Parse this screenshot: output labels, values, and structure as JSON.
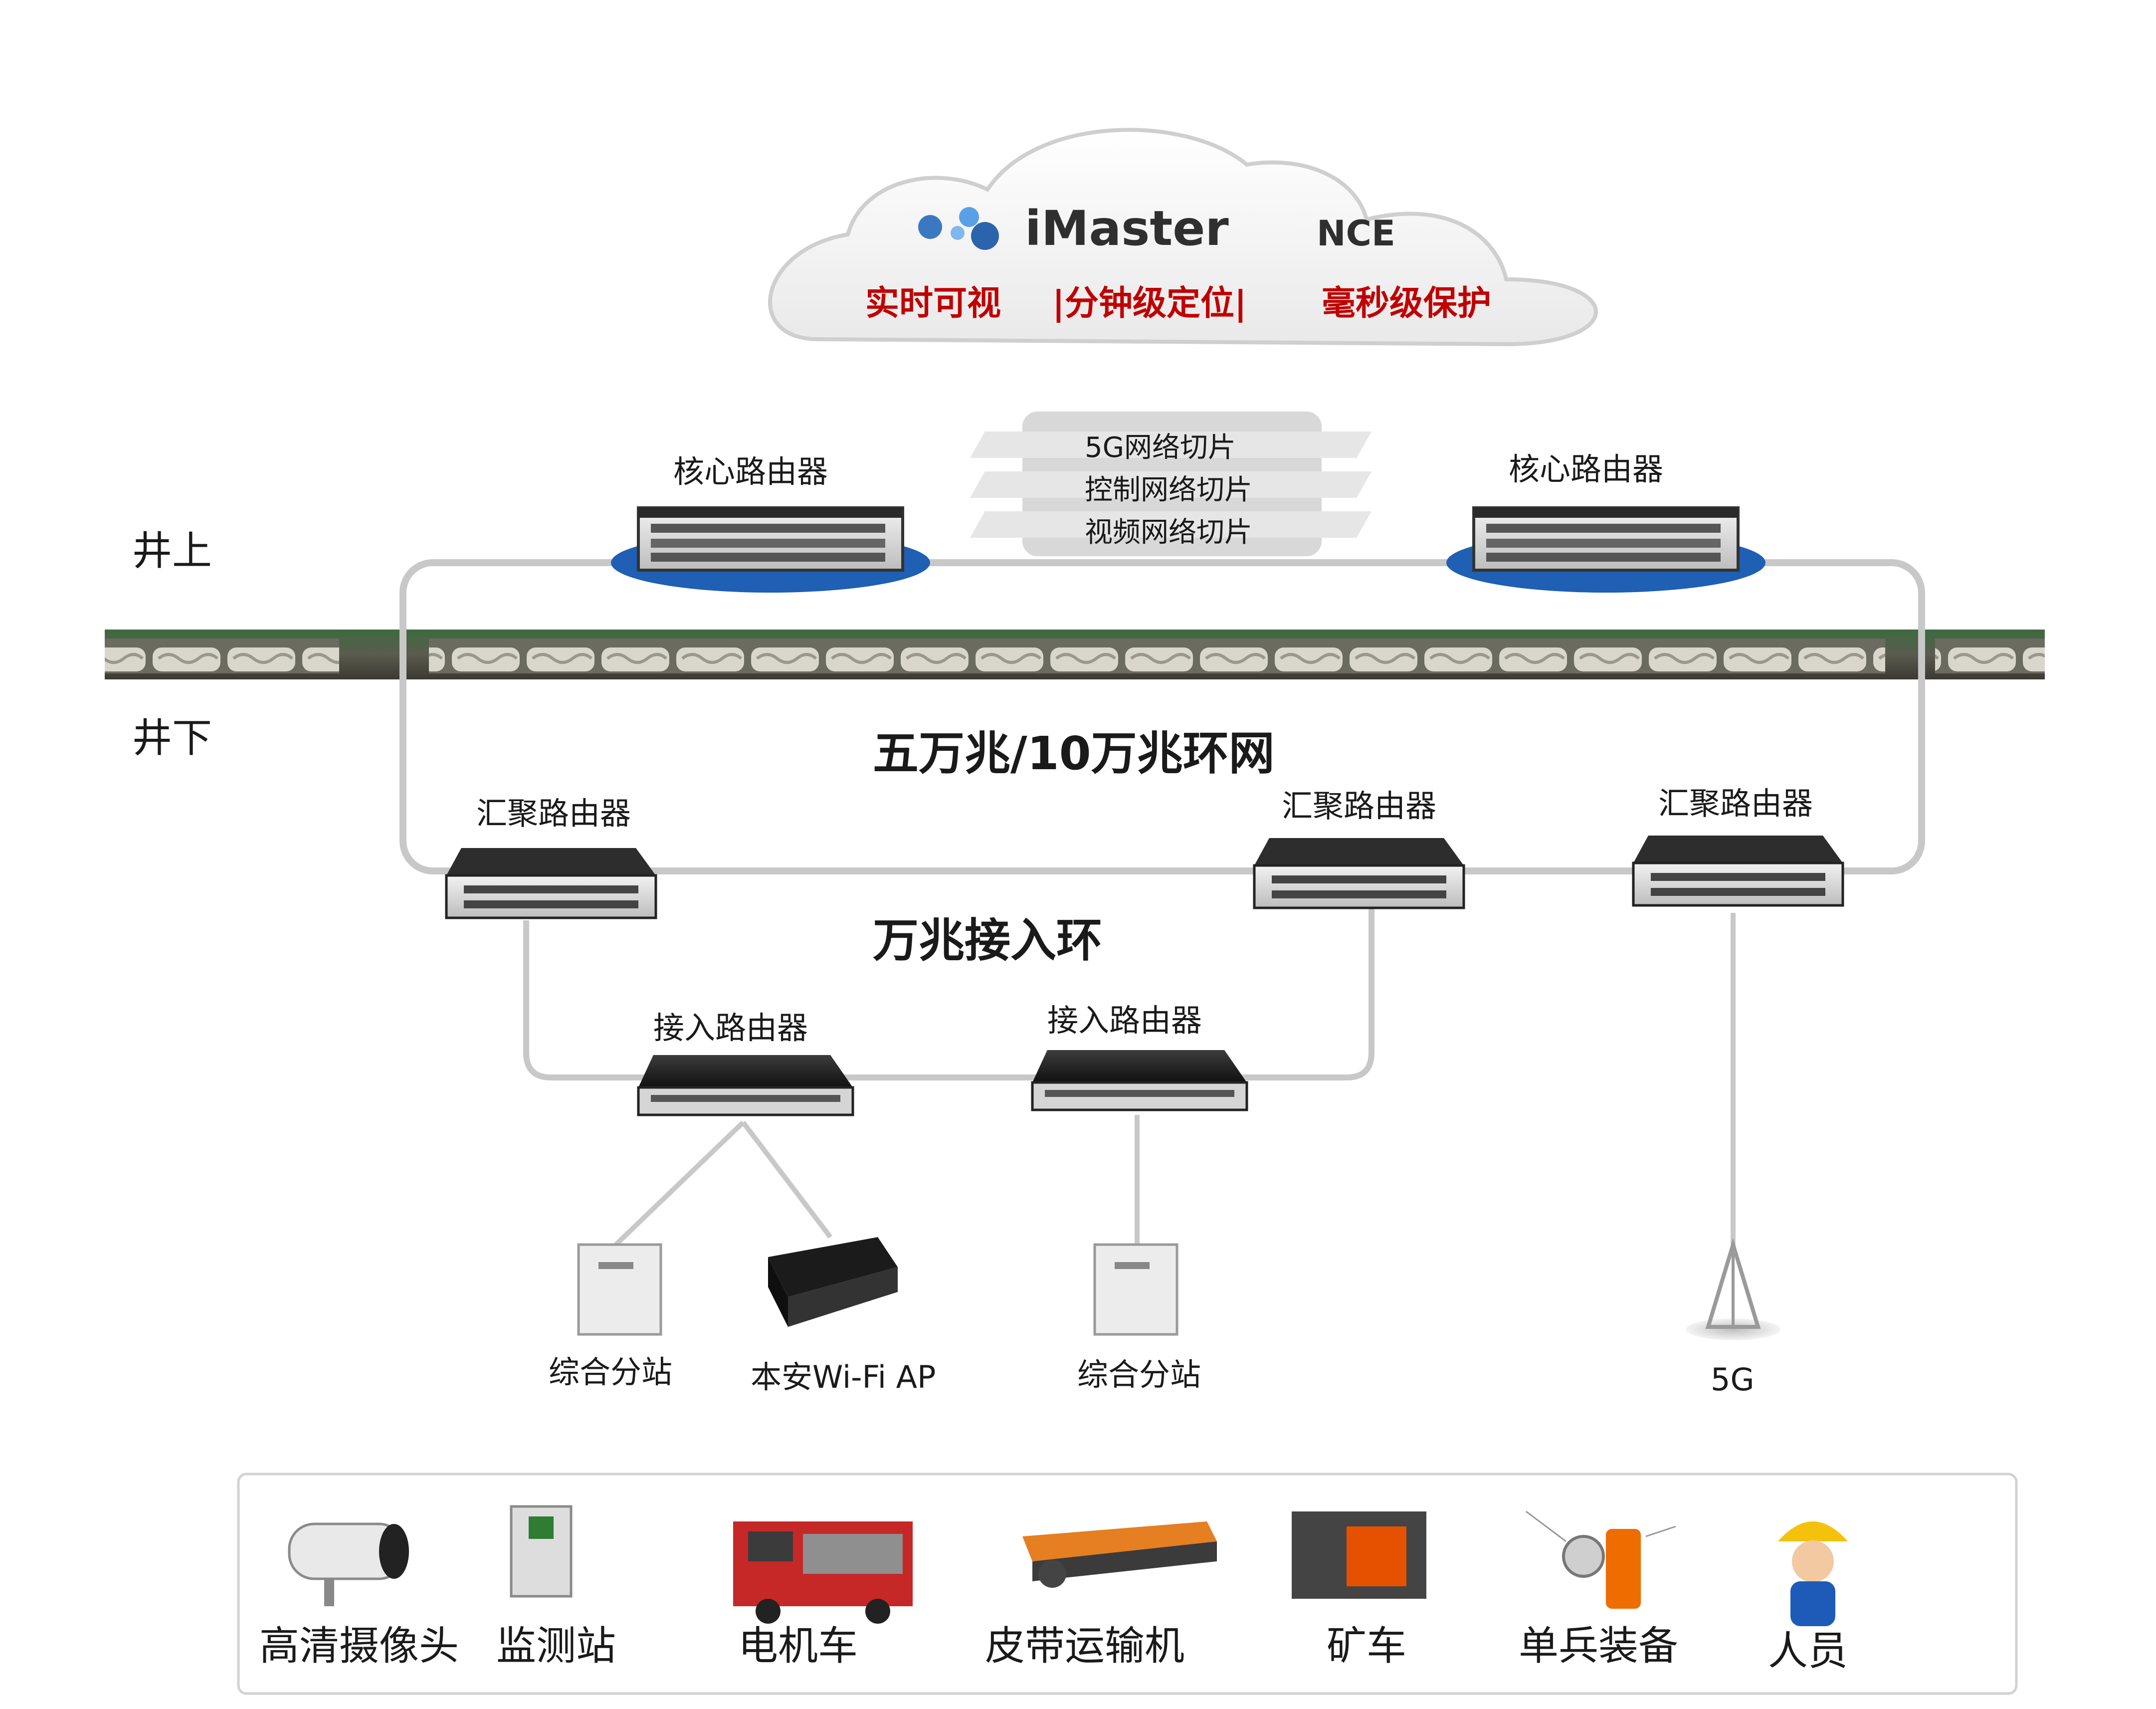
{
  "cloud": {
    "brand_main": "iMaster",
    "brand_suffix": "NCE",
    "features": [
      "实时可视",
      "|分钟级定位|",
      "毫秒级保护"
    ]
  },
  "slices": [
    "5G网络切片",
    "控制网络切片",
    "视频网络切片"
  ],
  "zones": {
    "above": "井上",
    "below": "井下"
  },
  "routers": {
    "core_left": "核心路由器",
    "core_right": "核心路由器",
    "agg_left": "汇聚路由器",
    "agg_mid": "汇聚路由器",
    "agg_right": "汇聚路由器",
    "access_left": "接入路由器",
    "access_right": "接入路由器"
  },
  "rings": {
    "backbone": "五万兆/10万兆环网",
    "access": "万兆接入环"
  },
  "endpoints": {
    "substation_left": "综合分站",
    "wifi_ap": "本安Wi-Fi AP",
    "substation_right": "综合分站",
    "fiveg": "5G"
  },
  "terminals": [
    "高清摄像头",
    "监测站",
    "电机车",
    "皮带运输机",
    "矿车",
    "单兵装备",
    "人员"
  ],
  "colors": {
    "accent_red": "#c00000",
    "ring_gray": "#c8c8c8",
    "platform_blue": "#1f5fb4",
    "brand_blue": "#3a78c2"
  }
}
